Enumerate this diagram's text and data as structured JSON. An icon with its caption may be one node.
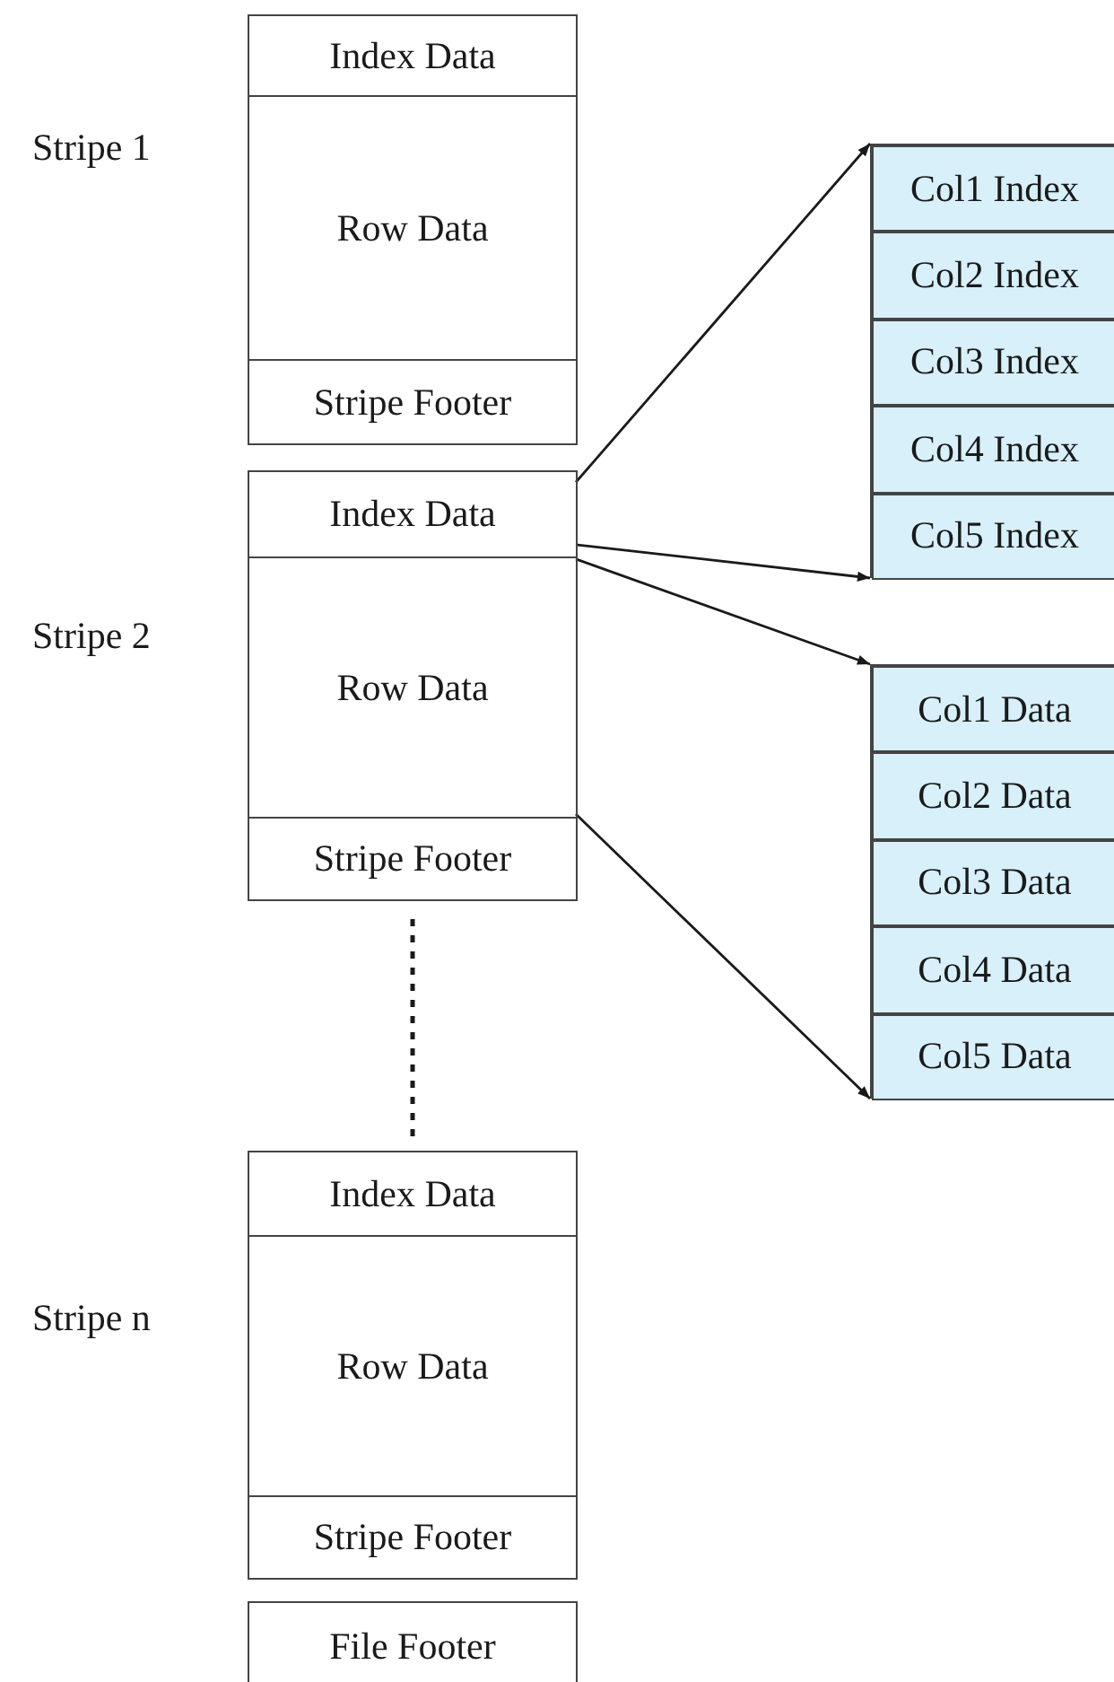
{
  "diagram": {
    "nodes": [
      {
        "text": [
          "Stripe 1"
        ]
      },
      {
        "text": [
          "Index Data"
        ],
        "in": 0
      },
      {
        "text": [
          "Row Data"
        ],
        "in": 0
      },
      {
        "text": [
          "Stripe Footer"
        ],
        "in": 0
      },
      {
        "text": [
          "Stripe 2"
        ]
      },
      {
        "text": [
          "Index Data"
        ],
        "in": 4
      },
      {
        "text": [
          "Row Data"
        ],
        "in": 4
      },
      {
        "text": [
          "Stripe Footer"
        ],
        "in": 4
      },
      {
        "text": [
          "Stripe n"
        ]
      },
      {
        "text": [
          "Index Data"
        ],
        "in": 8
      },
      {
        "text": [
          "Row Data"
        ],
        "in": 8
      },
      {
        "text": [
          "Stripe Footer"
        ],
        "in": 8
      },
      {
        "text": [
          "File Footer"
        ]
      },
      {
        "text": [],
        "shape": "box"
      },
      {
        "text": [
          "Col1 Index"
        ],
        "in": 13
      },
      {
        "text": [
          "Col2 Index"
        ],
        "in": 13
      },
      {
        "text": [
          "Col3 Index"
        ],
        "in": 13
      },
      {
        "text": [
          "Col4 Index"
        ],
        "in": 13
      },
      {
        "text": [
          "Col5 Index"
        ],
        "in": 13
      },
      {
        "text": [],
        "shape": "box"
      },
      {
        "text": [
          "Col1 Data"
        ],
        "in": 19
      },
      {
        "text": [
          "Col2 Data"
        ],
        "in": 19
      },
      {
        "text": [
          "Col3 Data"
        ],
        "in": 19
      },
      {
        "text": [
          "Col4 Data"
        ],
        "in": 19
      },
      {
        "text": [
          "Col5 Data"
        ],
        "in": 19
      }
    ],
    "edges": [
      {
        "from": 5,
        "to": 13,
        "arrow": "to"
      },
      {
        "from": 5,
        "to": 13,
        "arrow": "to"
      },
      {
        "from": 6,
        "to": 19,
        "arrow": "to"
      },
      {
        "from": 6,
        "to": 19,
        "arrow": "to"
      },
      {
        "from": 4,
        "to": 8,
        "arrow": "none",
        "style": "dashed"
      }
    ]
  }
}
